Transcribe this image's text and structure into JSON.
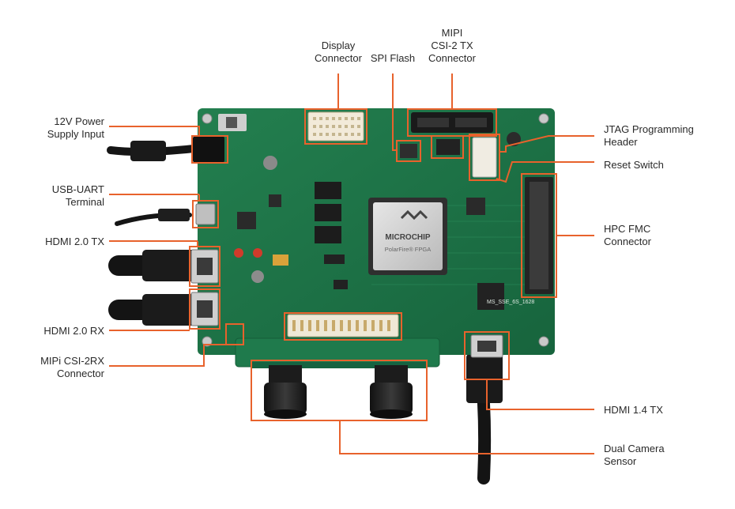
{
  "colors": {
    "callout": "#e8622c",
    "pcb": "#1f7a4c",
    "pcb_dark": "#155c38",
    "label_text": "#2a2a2a"
  },
  "labels": {
    "display_connector": [
      "Display",
      "Connector"
    ],
    "spi_flash": [
      "SPI Flash"
    ],
    "mipi_csi2_tx": [
      "MIPI",
      "CSI-2 TX",
      "Connector"
    ],
    "power_input": [
      "12V Power",
      "Supply Input"
    ],
    "usb_uart": [
      "USB-UART",
      "Terminal"
    ],
    "hdmi20_tx": [
      "HDMI 2.0 TX"
    ],
    "hdmi20_rx": [
      "HDMI 2.0 RX"
    ],
    "mipi_csi2_rx": [
      "MIPi CSI-2RX",
      "Connector"
    ],
    "jtag_header": [
      "JTAG Programming",
      "Header"
    ],
    "reset_switch": [
      "Reset Switch"
    ],
    "hpc_fmc": [
      "HPC FMC",
      "Connector"
    ],
    "hdmi14_tx": [
      "HDMI 1.4 TX"
    ],
    "dual_camera": [
      "Dual Camera",
      "Sensor"
    ]
  },
  "board": {
    "chip_brand": "MICROCHIP",
    "chip_model": "PolarFire® FPGA",
    "board_id": "MS_SSE_6S_1628"
  }
}
